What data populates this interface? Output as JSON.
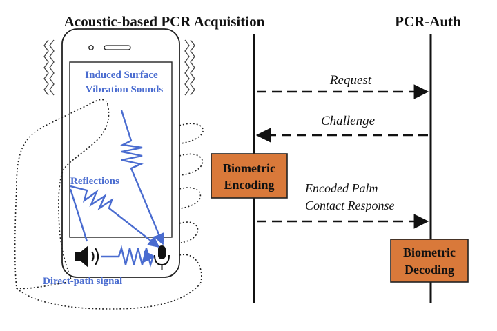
{
  "titles": {
    "left": "Acoustic-based PCR Acquisition",
    "right": "PCR-Auth"
  },
  "phone_labels": {
    "induced_line1": "Induced Surface",
    "induced_line2": "Vibration Sounds",
    "reflections": "Reflections",
    "direct_path": "Direct-path signal"
  },
  "messages": {
    "request": "Request",
    "challenge": "Challenge",
    "response_line1": "Encoded Palm",
    "response_line2": "Contact Response"
  },
  "boxes": {
    "encoding_line1": "Biometric",
    "encoding_line2": "Encoding",
    "decoding_line1": "Biometric",
    "decoding_line2": "Decoding"
  },
  "colors": {
    "accent_blue": "#4a6cd0",
    "box_orange": "#d9793a",
    "line_black": "#111111"
  },
  "icons": {
    "speaker": "speaker-icon",
    "microphone": "microphone-icon"
  }
}
